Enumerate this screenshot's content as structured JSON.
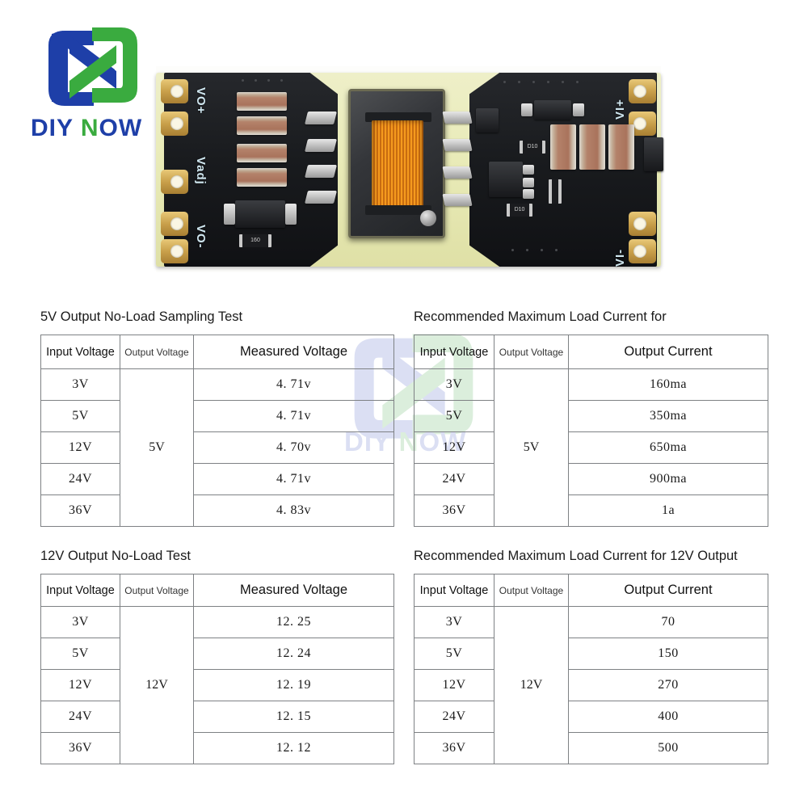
{
  "logo": {
    "mark_name": "diy-now-n-logo",
    "text_left": "DIY ",
    "text_n": "N",
    "text_right": "OW",
    "color_blue": "#1e3fa8",
    "color_green": "#3aab3f"
  },
  "watermark": {
    "text_left": "DIY ",
    "text_n": "N",
    "text_right": "OW"
  },
  "pcb": {
    "silk": {
      "vo_plus": "VO+",
      "vadj": "Vadj",
      "vo_minus": "VO-",
      "vi_plus": "VI+",
      "vi_minus": "VI-"
    },
    "part_marks": {
      "r1": "160",
      "d1": "D10",
      "d2": "D10",
      "d3": "D10"
    }
  },
  "tables": [
    {
      "id": "t1",
      "title": "5V Output No-Load Sampling Test",
      "headers": [
        "Input Voltage",
        "Output Voltage",
        "Measured Voltage"
      ],
      "merged_value": "5V",
      "rows": [
        {
          "input": "3V",
          "value": "4. 71v"
        },
        {
          "input": "5V",
          "value": "4. 71v"
        },
        {
          "input": "12V",
          "value": "4. 70v"
        },
        {
          "input": "24V",
          "value": "4. 71v"
        },
        {
          "input": "36V",
          "value": "4. 83v"
        }
      ]
    },
    {
      "id": "t2",
      "title": "Recommended Maximum Load Current for",
      "headers": [
        "Input Voltage",
        "Output Voltage",
        "Output Current"
      ],
      "merged_value": "5V",
      "rows": [
        {
          "input": "3V",
          "value": "160ma"
        },
        {
          "input": "5V",
          "value": "350ma"
        },
        {
          "input": "12V",
          "value": "650ma"
        },
        {
          "input": "24V",
          "value": "900ma"
        },
        {
          "input": "36V",
          "value": "1a"
        }
      ]
    },
    {
      "id": "t3",
      "title": "12V Output No-Load Test",
      "headers": [
        "Input Voltage",
        "Output Voltage",
        "Measured Voltage"
      ],
      "merged_value": "12V",
      "rows": [
        {
          "input": "3V",
          "value": "12. 25"
        },
        {
          "input": "5V",
          "value": "12. 24"
        },
        {
          "input": "12V",
          "value": "12. 19"
        },
        {
          "input": "24V",
          "value": "12. 15"
        },
        {
          "input": "36V",
          "value": "12. 12"
        }
      ]
    },
    {
      "id": "t4",
      "title": "Recommended Maximum Load Current for 12V Output",
      "headers": [
        "Input Voltage",
        "Output Voltage",
        "Output Current"
      ],
      "merged_value": "12V",
      "rows": [
        {
          "input": "3V",
          "value": "70"
        },
        {
          "input": "5V",
          "value": "150"
        },
        {
          "input": "12V",
          "value": "270"
        },
        {
          "input": "24V",
          "value": "400"
        },
        {
          "input": "36V",
          "value": "500"
        }
      ]
    }
  ]
}
